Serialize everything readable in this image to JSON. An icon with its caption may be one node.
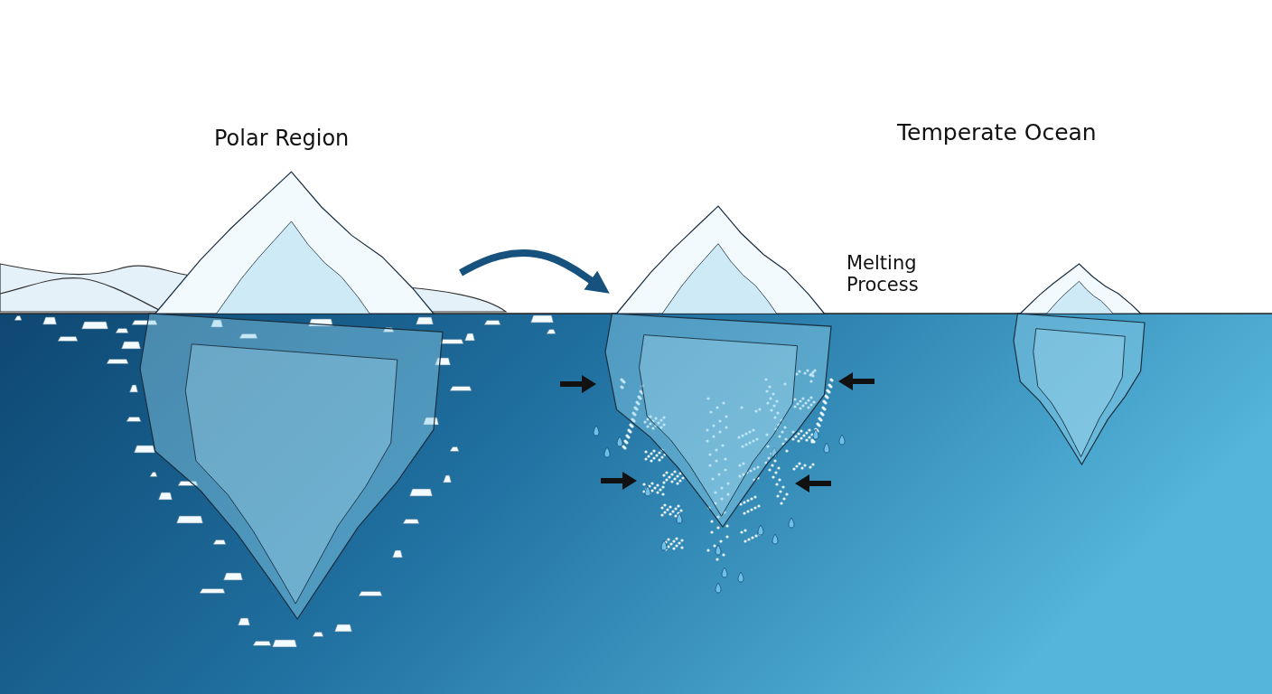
{
  "diagram": {
    "nodes": [
      {
        "text": [],
        "shape": "picture"
      },
      {
        "text": [],
        "shape": "picture"
      },
      {
        "text": [],
        "shape": "picture"
      }
    ],
    "edges": [
      {
        "from": 0,
        "to": 1,
        "arrow": "to"
      }
    ],
    "labels": [
      "Polar Region",
      "Temperate Ocean",
      "Melting Process"
    ]
  }
}
